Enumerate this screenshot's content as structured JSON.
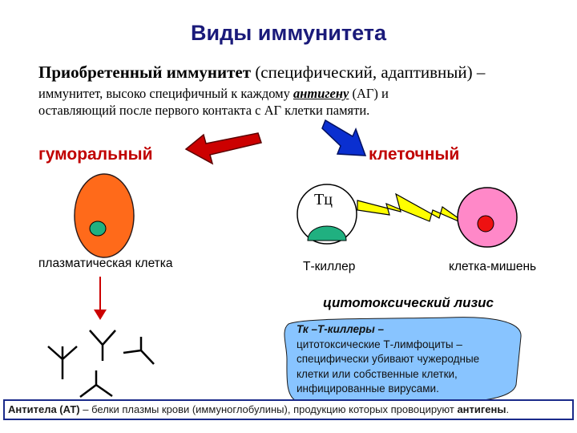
{
  "title": "Виды иммунитета",
  "lead": {
    "term": "Приобретенный иммунитет",
    "qualifier": " (специфический, адаптивный) –"
  },
  "desc": {
    "part1": "иммунитет, высоко специфичный к каждому ",
    "antigen_word": "антигену",
    "part2": " (АГ) и",
    "line2": "оставляющий после первого контакта с АГ клетки памяти."
  },
  "branches": {
    "humoral": "гуморальный",
    "cellular": "клеточный"
  },
  "cells": {
    "plasma_label": "плазматическая клетка",
    "tc_mark": "Тц",
    "killer_label": "Т-киллер",
    "target_label": "клетка-мишень"
  },
  "lysis": "цитотоксический лизис",
  "note": {
    "term": "Тк –Т-киллеры –",
    "lines": [
      "цитотоксические Т-лимфоциты –",
      "специфически убивают чужеродные",
      "клетки или собственные клетки,",
      "инфицированные вирусами."
    ]
  },
  "footer": {
    "term": "Антитела (АТ)",
    "dash": " – ",
    "text": "белки плазмы крови (иммуноглобулины), продукцию которых провоцируют ",
    "end_word": "антигены",
    "end": "."
  },
  "colors": {
    "title": "#1a1a7a",
    "branch": "#c00000",
    "arrow_left": "#cc0000",
    "arrow_right": "#0a2fd0",
    "plasma_cell": "#ff6a1a",
    "nucleus_teal": "#20b080",
    "target_cell": "#ff88c8",
    "target_nucleus": "#ee1111",
    "lightning": "#ffff00",
    "note_bg": "#88c4ff"
  }
}
